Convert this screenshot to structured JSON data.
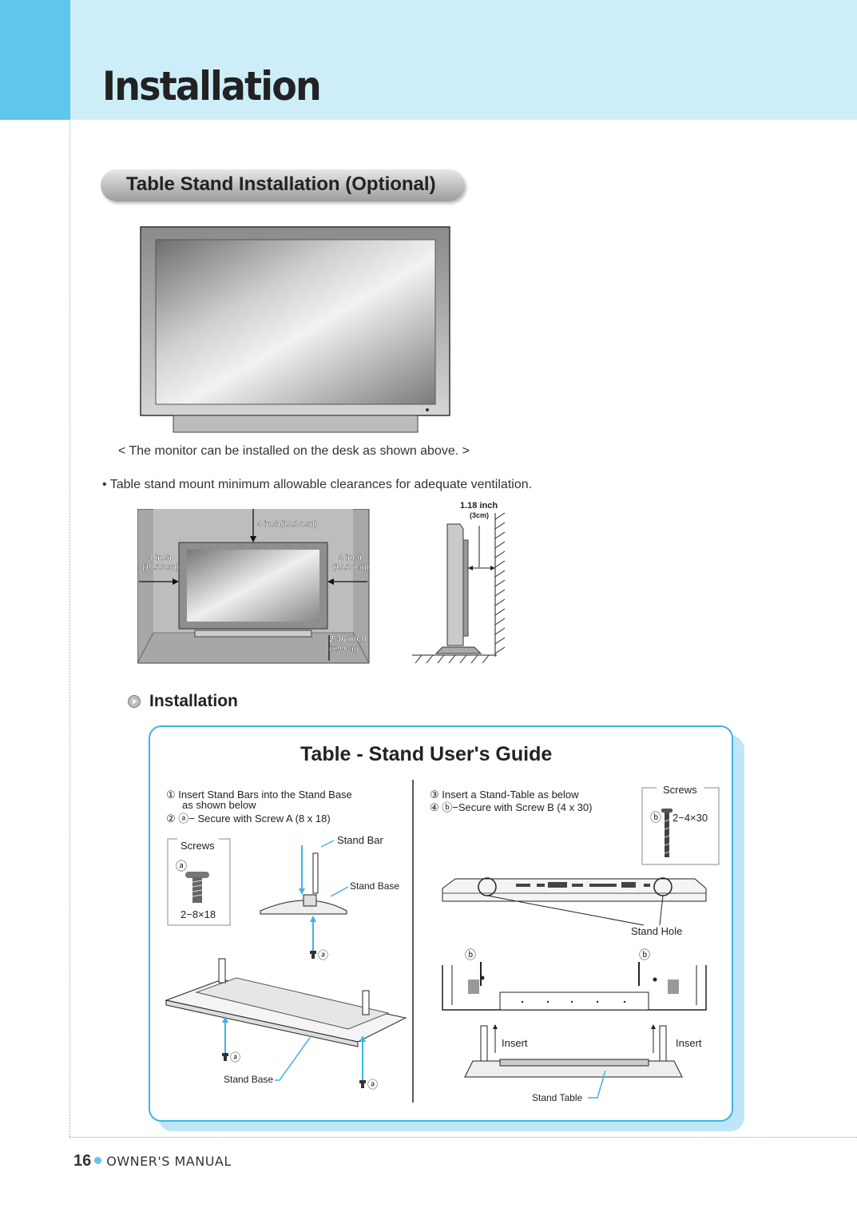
{
  "header": {
    "title": "Installation"
  },
  "section": {
    "title": "Table Stand Installation (Optional)"
  },
  "figure1": {
    "caption": "< The monitor can be installed on the desk as shown above. >"
  },
  "clearance": {
    "note": "• Table stand mount minimum allowable clearances for adequate ventilation.",
    "top": "4 inch(10.16cm)",
    "left_a": "4 inch",
    "left_b": "(10.16cm)",
    "right_a": "4 inch",
    "right_b": "(10.16cm)",
    "bottom_a": "2.36 inch",
    "bottom_b": "(5.99cm)",
    "side_a": "1.18 inch",
    "side_b": "(3cm)"
  },
  "installation": {
    "heading": "Installation"
  },
  "guide": {
    "title": "Table - Stand User's Guide",
    "step1a": "① Insert Stand Bars into the Stand Base",
    "step1b": "as shown below",
    "step2": "② ⓐ− Secure with Screw A (8 x 18)",
    "step3": "③ Insert a Stand-Table as below",
    "step4": "④ ⓑ−Secure with Screw B (4 x 30)",
    "screws_label": "Screws",
    "screw_a_mark": "ⓐ",
    "screw_a_size": "2−8×18",
    "screw_b_mark": "ⓑ",
    "screw_b_size": "2−4×30",
    "stand_bar": "Stand Bar",
    "stand_base": "Stand Base",
    "stand_base2": "Stand Base",
    "stand_hole": "Stand Hole",
    "insert_left": "Insert",
    "insert_right": "Insert",
    "stand_table": "Stand Table"
  },
  "footer": {
    "page": "16",
    "label": "OWNER'S MANUAL"
  },
  "colors": {
    "accent": "#5fc6ee",
    "header_band": "#cdeef9",
    "frame": "#3fb3e6"
  }
}
